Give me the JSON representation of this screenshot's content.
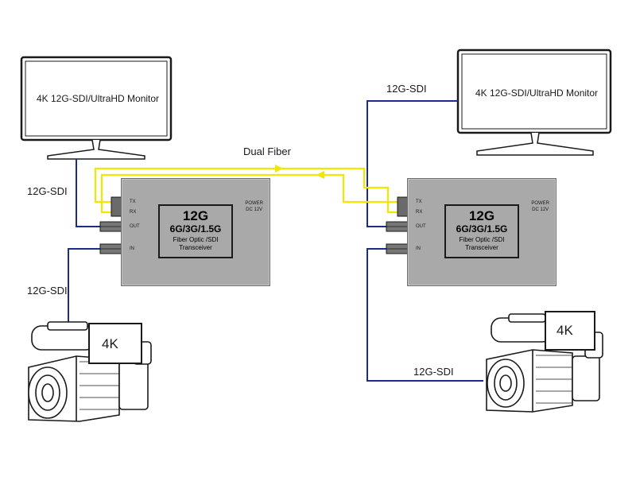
{
  "monitors": [
    {
      "label": "4K 12G-SDI/UltraHD Monitor"
    },
    {
      "label": "4K 12G-SDI/UltraHD Monitor"
    }
  ],
  "links": {
    "left_monitor": "12G-SDI",
    "left_camera": "12G-SDI",
    "right_monitor": "12G-SDI",
    "right_camera": "12G-SDI",
    "fiber": "Dual Fiber"
  },
  "transceivers": [
    {
      "title": "12G",
      "rates": "6G/3G/1.5G",
      "line1": "Fiber Optic /SDI",
      "line2": "Transceiver",
      "ports": {
        "tx": "TX",
        "rx": "RX",
        "out": "OUT",
        "in": "IN"
      },
      "power": "POWER",
      "power_spec": "DC 12V"
    },
    {
      "title": "12G",
      "rates": "6G/3G/1.5G",
      "line1": "Fiber Optic /SDI",
      "line2": "Transceiver",
      "ports": {
        "tx": "TX",
        "rx": "RX",
        "out": "OUT",
        "in": "IN"
      },
      "power": "POWER",
      "power_spec": "DC 12V"
    }
  ],
  "cameras": [
    {
      "screen_label": "4K"
    },
    {
      "screen_label": "4K"
    }
  ],
  "colors": {
    "sdi_cable": "#1c2c8c",
    "fiber_cable": "#f2e600",
    "device_body": "#a9a9a9",
    "line_art": "#1a1a1a"
  }
}
